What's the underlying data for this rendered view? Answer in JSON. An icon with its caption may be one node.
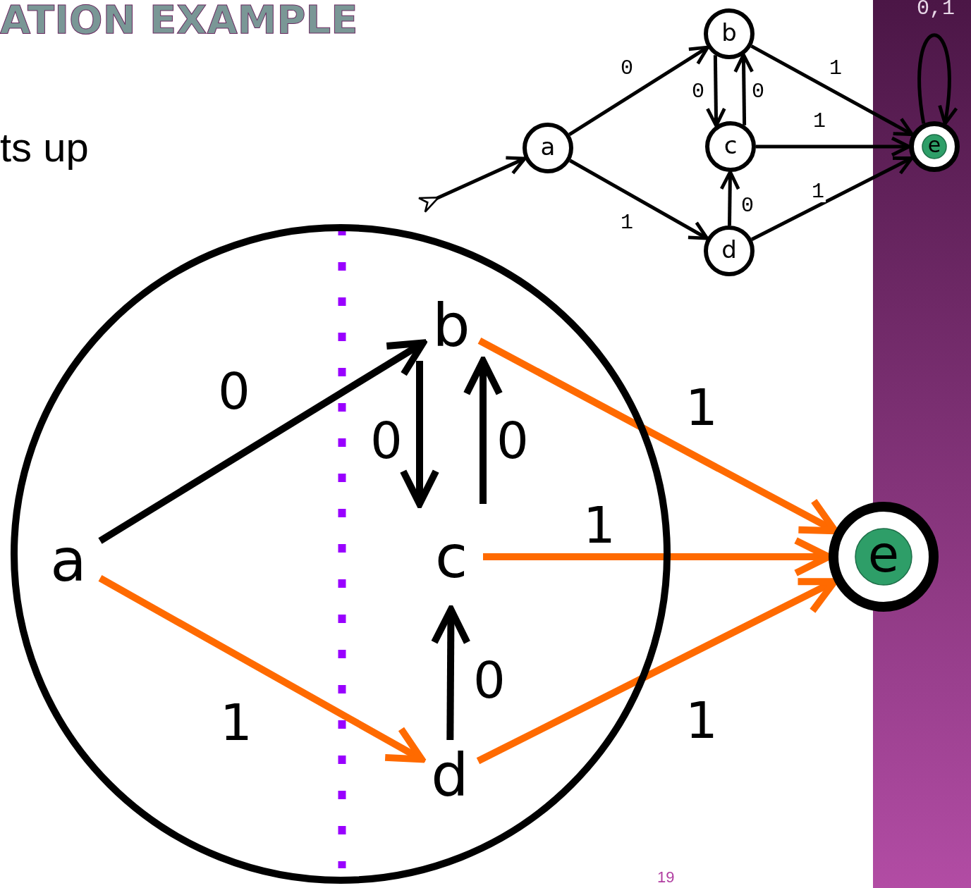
{
  "diagram": {
    "title": "ATION EXAMPLE",
    "nodes": [
      {
        "text": [
          "a"
        ]
      },
      {
        "text": [
          "b"
        ]
      },
      {
        "text": [
          "c"
        ]
      },
      {
        "text": [
          "d"
        ]
      },
      {
        "text": [
          "e"
        ]
      },
      {
        "text": [],
        "shape": "circle"
      },
      {
        "text": [
          "a"
        ],
        "in": 5
      },
      {
        "text": [
          "b"
        ],
        "in": 5
      },
      {
        "text": [
          "c"
        ],
        "in": 5
      },
      {
        "text": [
          "d"
        ],
        "in": 5
      },
      {
        "text": [
          "e"
        ]
      }
    ],
    "edges": [
      {
        "from": null,
        "to": 0,
        "arrow": "to"
      },
      {
        "from": 0,
        "to": 1,
        "arrow": "to",
        "label": "0"
      },
      {
        "from": 0,
        "to": 3,
        "arrow": "to",
        "label": "1"
      },
      {
        "from": 1,
        "to": 2,
        "arrow": "to",
        "label": "0"
      },
      {
        "from": 2,
        "to": 1,
        "arrow": "to",
        "label": "0"
      },
      {
        "from": 3,
        "to": 2,
        "arrow": "to",
        "label": "0"
      },
      {
        "from": 1,
        "to": 4,
        "arrow": "to",
        "label": "1"
      },
      {
        "from": 2,
        "to": 4,
        "arrow": "to",
        "label": "1"
      },
      {
        "from": 3,
        "to": 4,
        "arrow": "to",
        "label": "1"
      },
      {
        "from": 4,
        "to": 4,
        "arrow": "to",
        "label": "0,1"
      },
      {
        "from": 6,
        "to": 7,
        "arrow": "to",
        "label": "0",
        "style": "thick"
      },
      {
        "from": 6,
        "to": 9,
        "arrow": "to",
        "label": "1",
        "style": "thick",
        "color": "#ff6a00"
      },
      {
        "from": 7,
        "to": 8,
        "arrow": "to",
        "label": "0",
        "style": "thick"
      },
      {
        "from": 8,
        "to": 7,
        "arrow": "to",
        "label": "0",
        "style": "thick"
      },
      {
        "from": 9,
        "to": 8,
        "arrow": "to",
        "label": "0",
        "style": "thick"
      },
      {
        "from": 7,
        "to": 10,
        "arrow": "to",
        "label": "1",
        "style": "thick",
        "color": "#ff6a00"
      },
      {
        "from": 8,
        "to": 10,
        "arrow": "to",
        "label": "1",
        "style": "thick",
        "color": "#ff6a00"
      },
      {
        "from": 9,
        "to": 10,
        "arrow": "to",
        "label": "1",
        "style": "thick",
        "color": "#ff6a00"
      }
    ],
    "labels": [
      "ts up",
      "19"
    ]
  }
}
